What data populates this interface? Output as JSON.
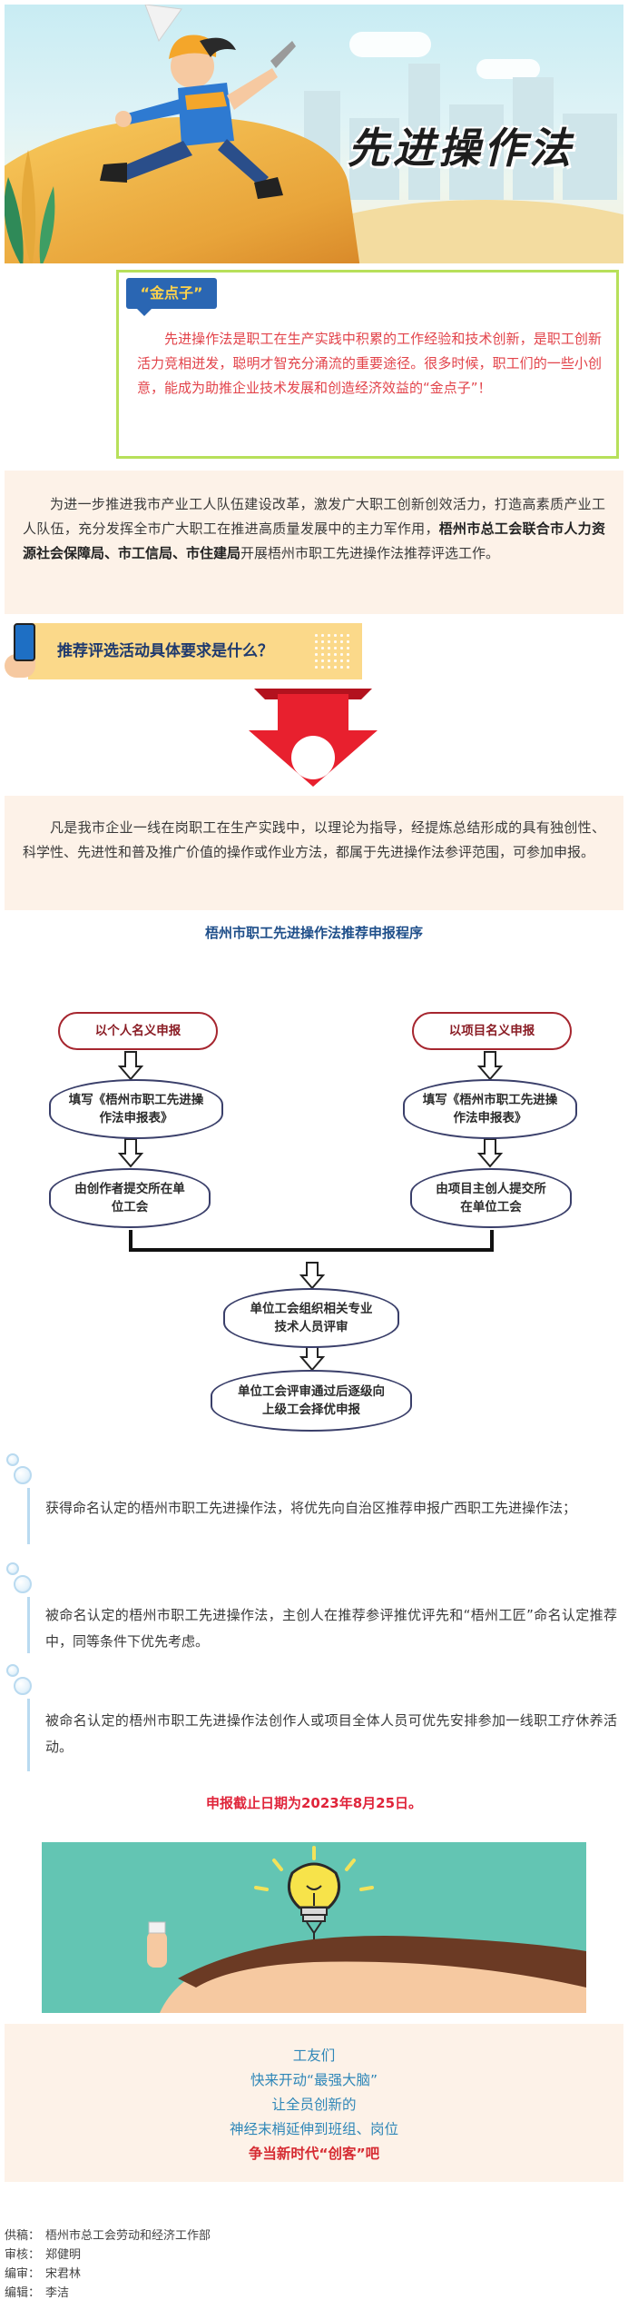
{
  "hero": {
    "title": "先进操作法"
  },
  "idea": {
    "tag": "“金点子”",
    "text": "先进操作法是职工在生产实践中积累的工作经验和技术创新，是职工创新活力竞相迸发，聪明才智充分涌流的重要途径。很多时候，职工们的一些小创意，能成为助推企业技术发展和创造经济效益的“金点子”！"
  },
  "intro": {
    "part1": "为进一步推进我市产业工人队伍建设改革，激发广大职工创新创效活力，打造高素质产业工人队伍，充分发挥全市广大职工在推进高质量发展中的主力军作用，",
    "bold": "梧州市总工会联合市人力资源社会保障局、市工信局、市住建局",
    "part2": "开展梧州市职工先进操作法推荐评选工作。"
  },
  "requirement": {
    "heading": "推荐评选活动具体要求是什么？",
    "text": "凡是我市企业一线在岗职工在生产实践中，以理论为指导，经提炼总结形成的具有独创性、科学性、先进性和普及推广价值的操作或作业方法，都属于先进操作法参评范围，可参加申报。"
  },
  "flow": {
    "title": "梧州市职工先进操作法推荐申报程序",
    "left": [
      "以个人名义申报",
      "填写《梧州市职工先进操作法申报表》",
      "由创作者提交所在单位工会"
    ],
    "right": [
      "以项目名义申报",
      "填写《梧州市职工先进操作法申报表》",
      "由项目主创人提交所在单位工会"
    ],
    "merge": [
      "单位工会组织相关专业技术人员评审",
      "单位工会评审通过后逐级向上级工会择优申报"
    ]
  },
  "benefits": [
    "获得命名认定的梧州市职工先进操作法，将优先向自治区推荐申报广西职工先进操作法；",
    "被命名认定的梧州市职工先进操作法，主创人在推荐参评推优评先和“梧州工匠”命名认定推荐中，同等条件下优先考虑。",
    "被命名认定的梧州市职工先进操作法创作人或项目全体人员可优先安排参加一线职工疗休养活动。"
  ],
  "deadline": "申报截止日期为2023年8月25日。",
  "slogan": {
    "lines": [
      "工友们",
      "快来开动“最强大脑”",
      "让全员创新的",
      "神经末梢延伸到班组、岗位"
    ],
    "strong": "争当新时代“创客”吧"
  },
  "credits": [
    {
      "label": "供稿：",
      "value": "梧州市总工会劳动和经济工作部"
    },
    {
      "label": "审核：",
      "value": "郑健明"
    },
    {
      "label": "编审：",
      "value": "宋君林"
    },
    {
      "label": "编辑：",
      "value": "李洁"
    }
  ],
  "colors": {
    "accent_red": "#e2434a",
    "flow_blue": "#1f4f8a",
    "panel_cream": "#fdf2e8",
    "idea_border": "#b7e05a"
  }
}
